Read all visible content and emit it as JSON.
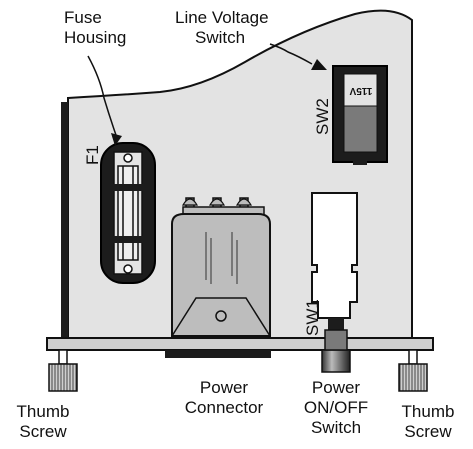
{
  "labels": {
    "fuse_housing": [
      "Fuse",
      "Housing"
    ],
    "line_voltage_switch": [
      "Line Voltage",
      "Switch"
    ],
    "power_connector": [
      "Power",
      "Connector"
    ],
    "power_switch": [
      "Power",
      "ON/OFF",
      "Switch"
    ],
    "thumb_screw_left": [
      "Thumb",
      "Screw"
    ],
    "thumb_screw_right": [
      "Thumb",
      "Screw"
    ]
  },
  "components": {
    "fuse_ref": "F1",
    "voltage_switch_ref": "SW2",
    "voltage_setting": "115V",
    "power_switch_ref": "SW1"
  },
  "colors": {
    "panel": "#e3e3e3",
    "outline": "#111111",
    "dark": "#1c1c1c",
    "mid": "#7a7a7a",
    "light": "#c9c9c9"
  }
}
